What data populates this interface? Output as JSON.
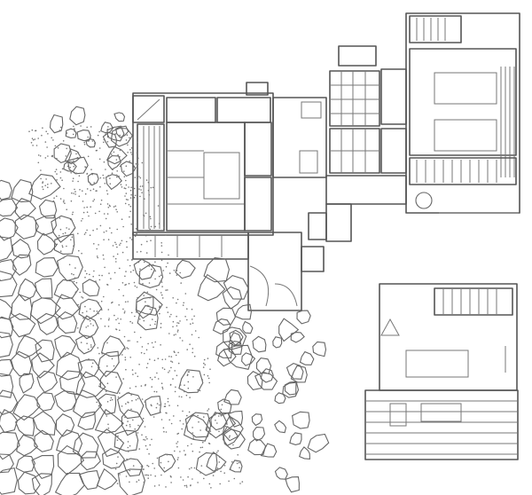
{
  "colors": {
    "background": "#ffffff",
    "ink": "#555555",
    "ink_light": "#777777"
  },
  "icons": [
    "floor-plan-drawing",
    "garden-rocks",
    "stipple-gravel",
    "shrubs"
  ]
}
